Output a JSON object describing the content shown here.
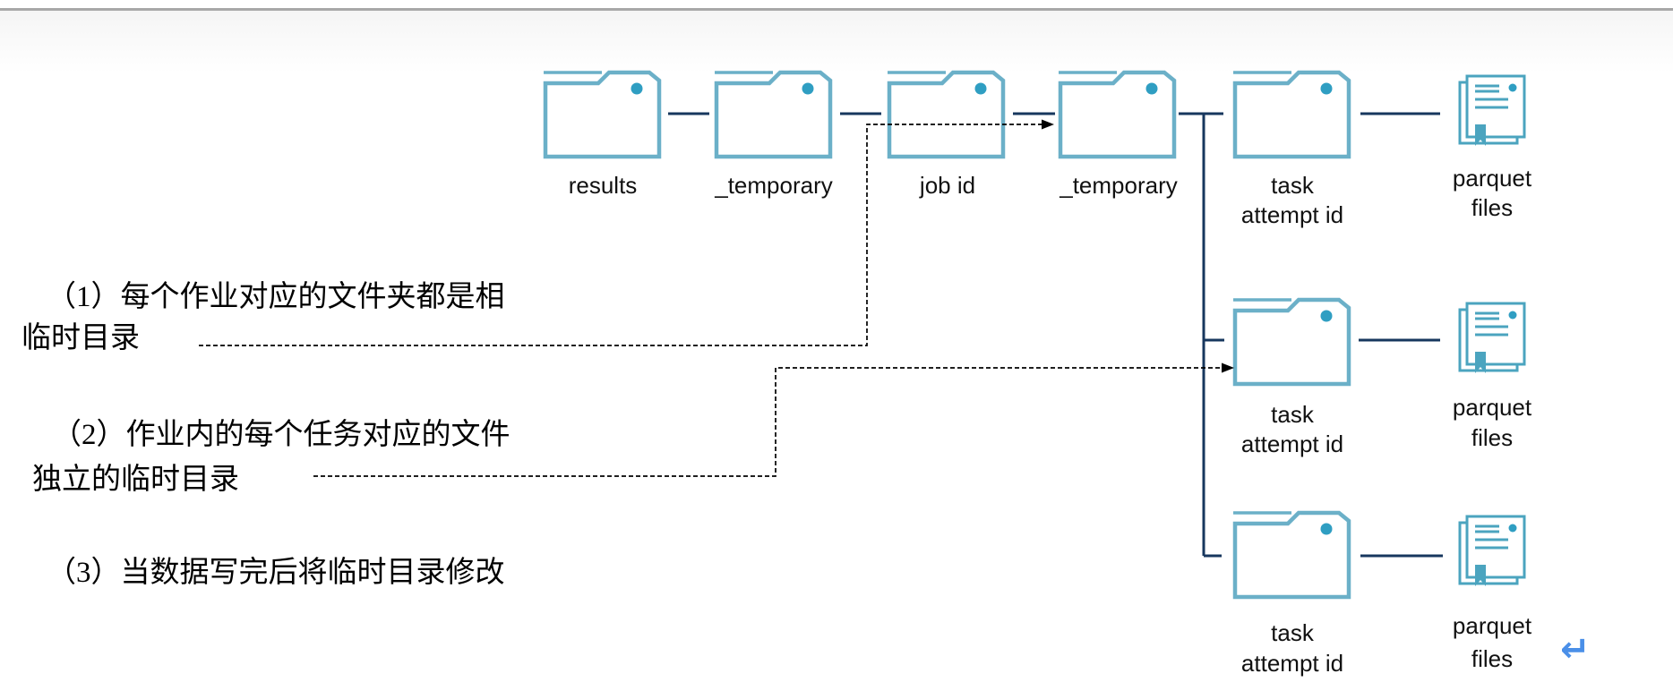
{
  "colors": {
    "folder_stroke": "#6bb0c8",
    "folder_dot": "#2f9ec2",
    "document_stroke": "#4ba4bf",
    "connector": "#17375e",
    "dashed_arrow": "#000000",
    "top_rule": "#a8a8a8",
    "return_arrow": "#4a8fe8"
  },
  "chain": {
    "folders": [
      {
        "label": "results"
      },
      {
        "label": "_temporary"
      },
      {
        "label": "job id"
      },
      {
        "label": "_temporary"
      }
    ]
  },
  "task_rows": [
    {
      "folder_line1": "task",
      "folder_line2": "attempt id",
      "file_line1": "parquet",
      "file_line2": "files"
    },
    {
      "folder_line1": "task",
      "folder_line2": "attempt id",
      "file_line1": "parquet",
      "file_line2": "files"
    },
    {
      "folder_line1": "task",
      "folder_line2": "attempt id",
      "file_line1": "parquet",
      "file_line2": "files"
    }
  ],
  "annotations": {
    "item1": {
      "line1": "（1）每个作业对应的文件夹都是相",
      "line2": "临时目录"
    },
    "item2": {
      "line1": "（2）作业内的每个任务对应的文件",
      "line2": "独立的临时目录"
    },
    "item3": {
      "line1": "（3）当数据写完后将临时目录修改"
    }
  },
  "symbols": {
    "return_arrow": "↵"
  }
}
